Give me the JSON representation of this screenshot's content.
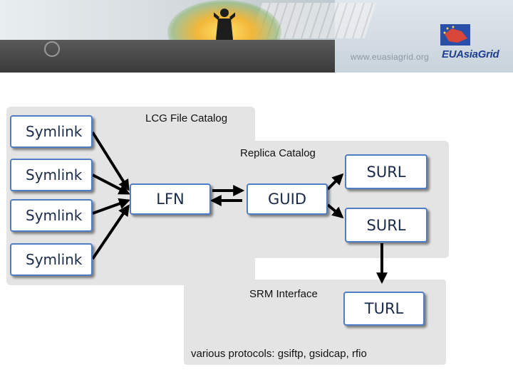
{
  "header": {
    "url_text": "www.euasiagrid.org",
    "logo_text": "EUAsiaGrid"
  },
  "diagram": {
    "panels": {
      "lcg_file_catalog": "LCG File Catalog",
      "replica_catalog": "Replica Catalog",
      "srm_interface": "SRM Interface",
      "protocols": "various protocols: gsiftp, gsidcap, rfio"
    },
    "symlinks": [
      "Symlink",
      "Symlink",
      "Symlink",
      "Symlink"
    ],
    "lfn": "LFN",
    "guid": "GUID",
    "surls": [
      "SURL",
      "SURL"
    ],
    "turl": "TURL",
    "colors": {
      "box_border": "#4d7dc4",
      "panel_fill": "#e4e4e4",
      "arrow": "#000000"
    }
  }
}
